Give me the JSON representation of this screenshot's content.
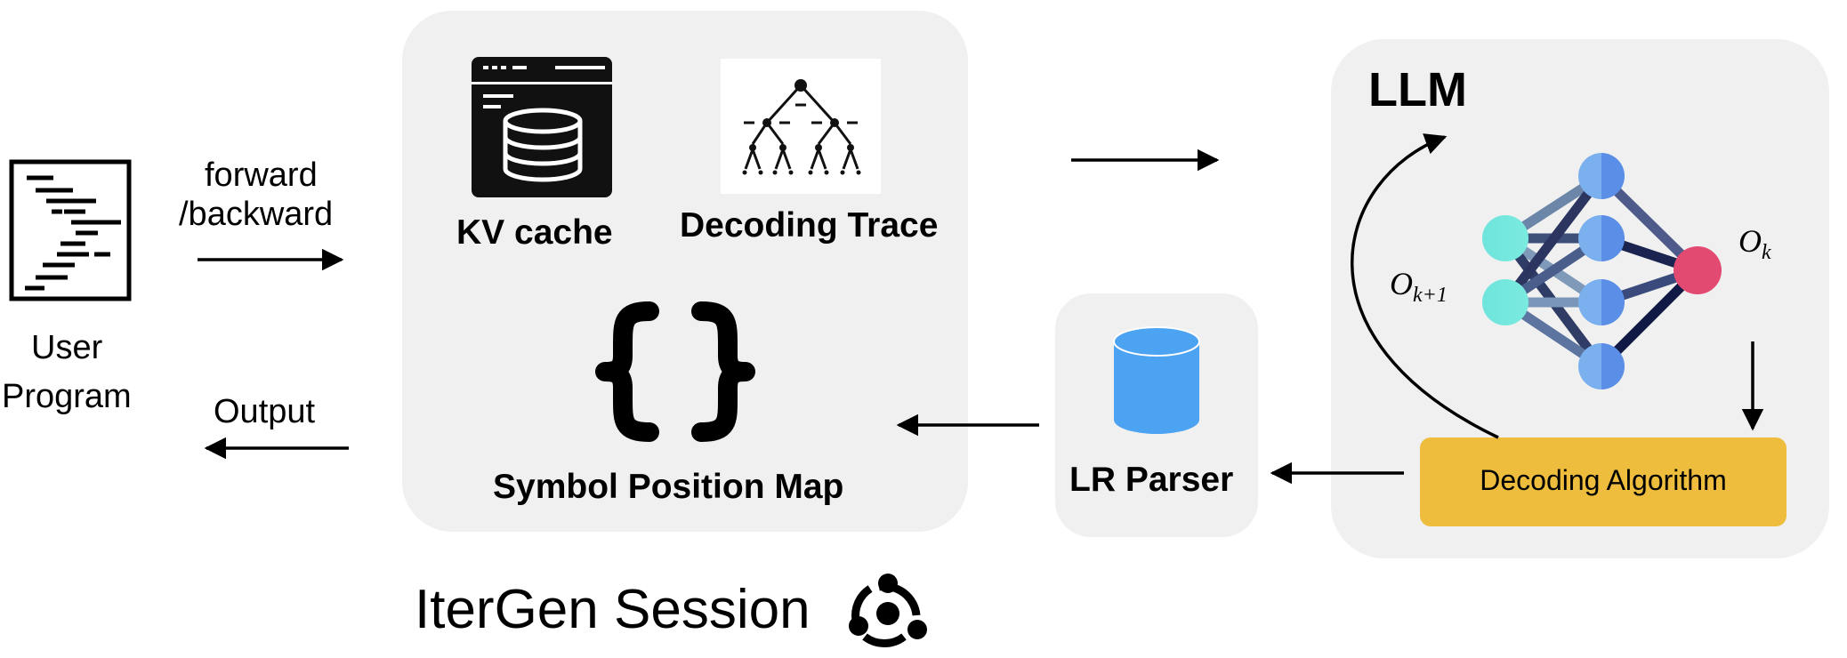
{
  "user_program": {
    "line1": "User",
    "line2": "Program",
    "icon": "code-file-icon"
  },
  "arrows": {
    "forward_line1": "forward",
    "forward_line2": "/backward",
    "output": "Output"
  },
  "session": {
    "kv_cache": "KV cache",
    "decoding_trace": "Decoding Trace",
    "symbol_position_map": "Symbol Position Map",
    "title": "IterGen Session",
    "icons": [
      "database-window-icon",
      "tree-icon",
      "braces-icon",
      "session-logo-icon"
    ]
  },
  "parser": {
    "label": "LR Parser",
    "icon": "cylinder-icon"
  },
  "llm": {
    "title": "LLM",
    "o_k": "O",
    "o_k_sub": "k",
    "o_k1": "O",
    "o_k1_sub": "k+1",
    "decoding_algorithm": "Decoding Algorithm",
    "icon": "neural-network-icon"
  },
  "colors": {
    "panel": "#eff0ef",
    "decoding_box": "#eebd3d",
    "cylinder": "#4ba3f2",
    "node_cyan": "#6ee5dc",
    "node_blue": "#5b8ee6",
    "node_red": "#e34a71"
  }
}
